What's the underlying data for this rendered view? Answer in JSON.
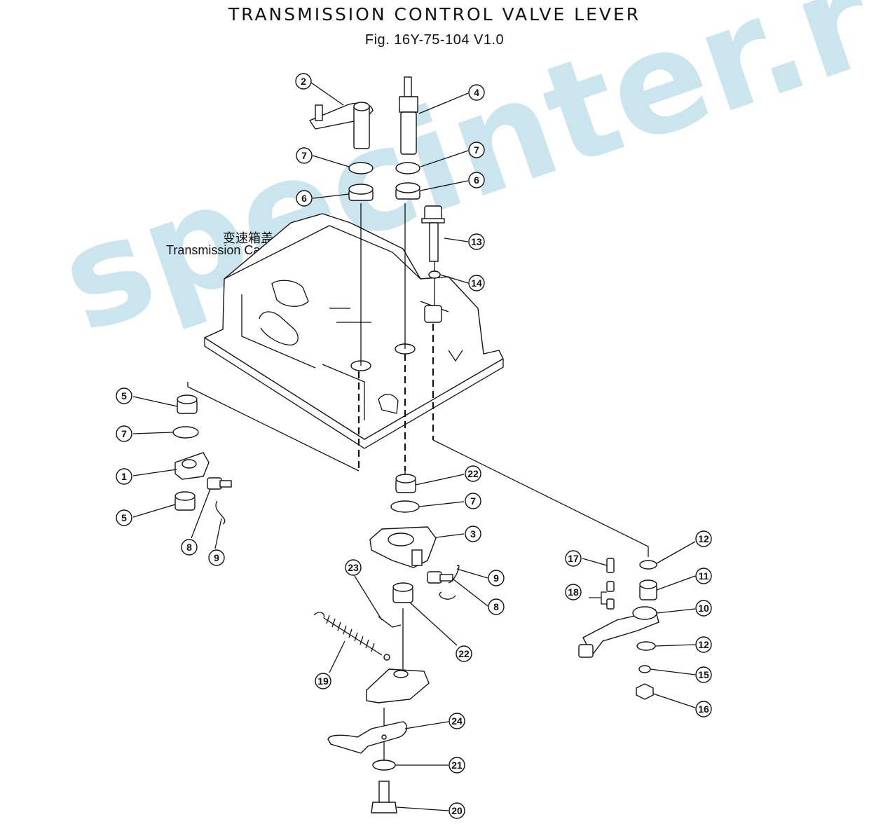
{
  "title": "TRANSMISSION CONTROL VALVE LEVER",
  "figure": "Fig. 16Y-75-104  V1.0",
  "case_cover_label": {
    "cn": "变速箱盖",
    "en": "Transmission Case Cover"
  },
  "watermark": "specinter.ru",
  "colors": {
    "line": "#111111",
    "watermark": "#8cc7d9"
  },
  "callouts": {
    "c2": "2",
    "c4": "4",
    "c7a": "7",
    "c7b": "7",
    "c6a": "6",
    "c6b": "6",
    "c13": "13",
    "c14": "14",
    "c5a": "5",
    "c7c": "7",
    "c1": "1",
    "c5b": "5",
    "c8a": "8",
    "c9a": "9",
    "c22a": "22",
    "c7d": "7",
    "c3": "3",
    "c9b": "9",
    "c8b": "8",
    "c23": "23",
    "c22b": "22",
    "c19": "19",
    "c24": "24",
    "c21": "21",
    "c20": "20",
    "c17": "17",
    "c18": "18",
    "c12a": "12",
    "c11": "11",
    "c10": "10",
    "c12b": "12",
    "c15": "15",
    "c16": "16"
  }
}
